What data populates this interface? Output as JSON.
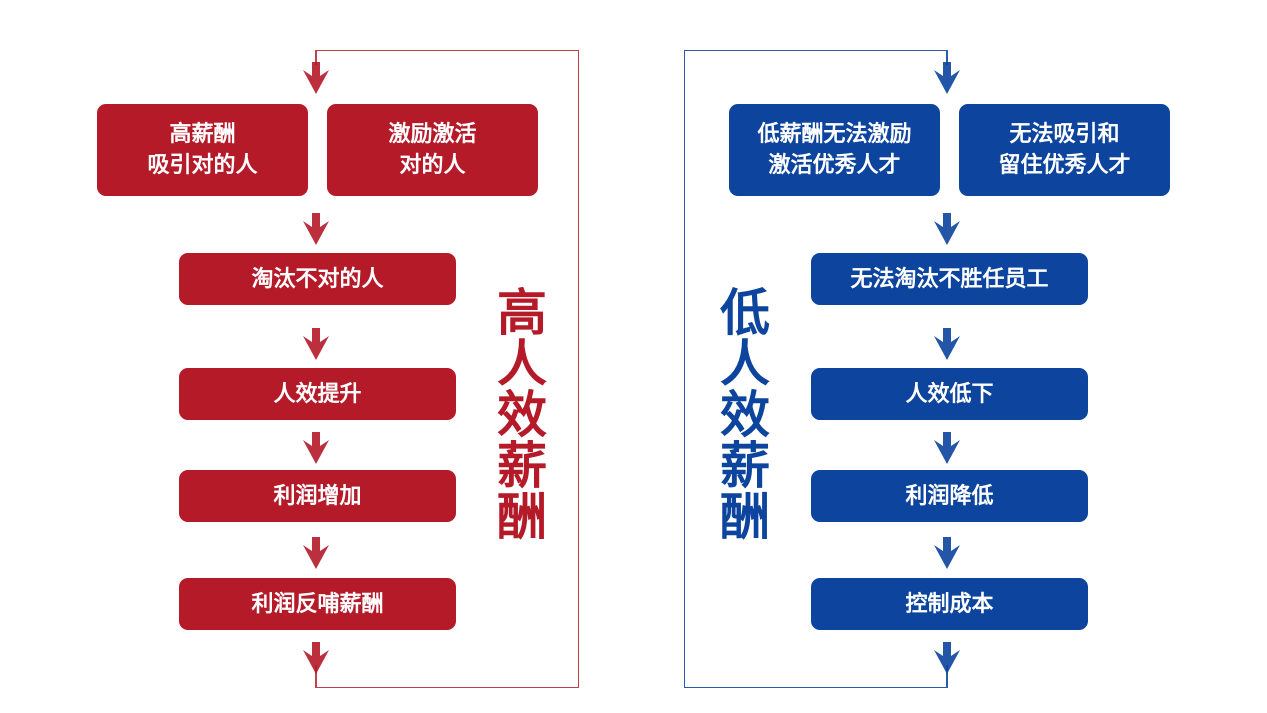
{
  "colors": {
    "red": "#b51a29",
    "blue": "#0c449e"
  },
  "left": {
    "title": "高人效薪酬",
    "top_boxes": [
      "高薪酬\n吸引对的人",
      "激励激活\n对的人"
    ],
    "steps": [
      "淘汰不对的人",
      "人效提升",
      "利润增加",
      "利润反哺薪酬"
    ]
  },
  "right": {
    "title": "低人效薪酬",
    "top_boxes": [
      "低薪酬无法激励\n激活优秀人才",
      "无法吸引和\n留住优秀人才"
    ],
    "steps": [
      "无法淘汰不胜任员工",
      "人效低下",
      "利润降低",
      "控制成本"
    ]
  }
}
